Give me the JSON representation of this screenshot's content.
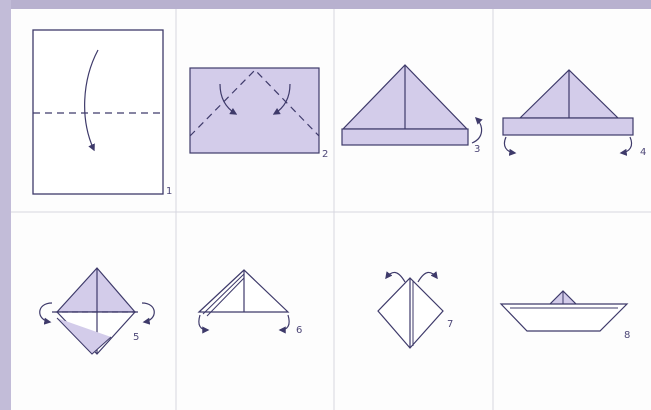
{
  "colors": {
    "line": "#3e3a6a",
    "fill": "#d3ccea",
    "grid": "#d6d6e0",
    "border": "#b8b1cf"
  },
  "steps": [
    {
      "number": "1"
    },
    {
      "number": "2"
    },
    {
      "number": "3"
    },
    {
      "number": "4"
    },
    {
      "number": "5"
    },
    {
      "number": "6"
    },
    {
      "number": "7"
    },
    {
      "number": "8"
    }
  ]
}
